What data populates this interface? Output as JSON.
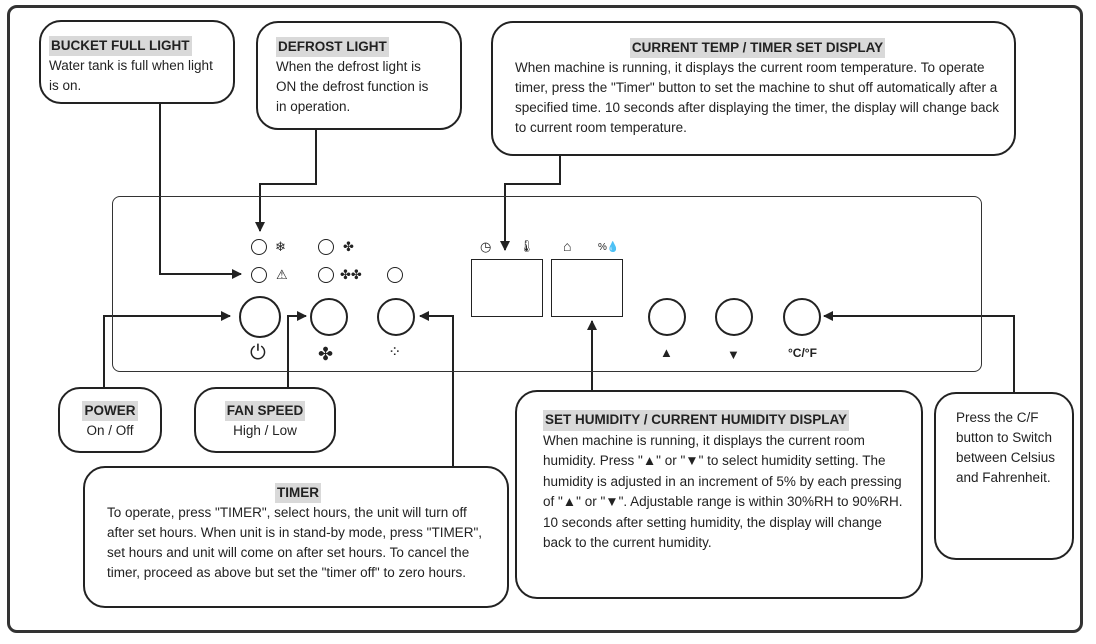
{
  "bucket": {
    "title": "BUCKET FULL LIGHT",
    "body": "Water tank is full when light is on."
  },
  "defrost": {
    "title": "DEFROST LIGHT",
    "body": "When the defrost light is ON the defrost function is in operation."
  },
  "display": {
    "title": "CURRENT TEMP / TIMER SET DISPLAY",
    "body": "When machine is running, it displays the current room temperature. To operate timer, press the \"Timer\" button to set the machine to shut off automatically after a specified time. 10 seconds after displaying the timer, the display will change back to current room temperature."
  },
  "power": {
    "title": "POWER",
    "body": "On / Off"
  },
  "fan": {
    "title": "FAN SPEED",
    "body": "High / Low"
  },
  "timer": {
    "title": "TIMER",
    "body": "To operate, press \"TIMER\", select hours, the unit will turn off after set hours. When unit is in stand-by mode, press \"TIMER\", set hours and unit will come on after set hours. To cancel the timer, proceed as above but set the \"timer off\" to zero hours."
  },
  "humidity": {
    "title": "SET HUMIDITY / CURRENT HUMIDITY DISPLAY",
    "body": "When machine is running, it displays the current room humidity. Press \"▲\" or \"▼\" to select humidity setting. The humidity is adjusted in an increment of 5% by each pressing of \"▲\" or \"▼\". Adjustable range is within 30%RH to 90%RH. 10 seconds after setting humidity, the display will change back to the current humidity."
  },
  "cf": {
    "body": "Press the C/F button to Switch between Celsius and Fahrenheit."
  },
  "icons": {
    "defrost": "❄",
    "warning": "⚠",
    "fan_low": "✤",
    "fan_high": "✤✤",
    "power": "⏻",
    "fan_btn": "✤",
    "timer_btn": "⁘",
    "clock": "◷",
    "thermo": "🌡",
    "drop_house": "⌂",
    "percent_drop": "%💧",
    "up": "▲",
    "down": "▼",
    "cf": "°C/°F"
  }
}
